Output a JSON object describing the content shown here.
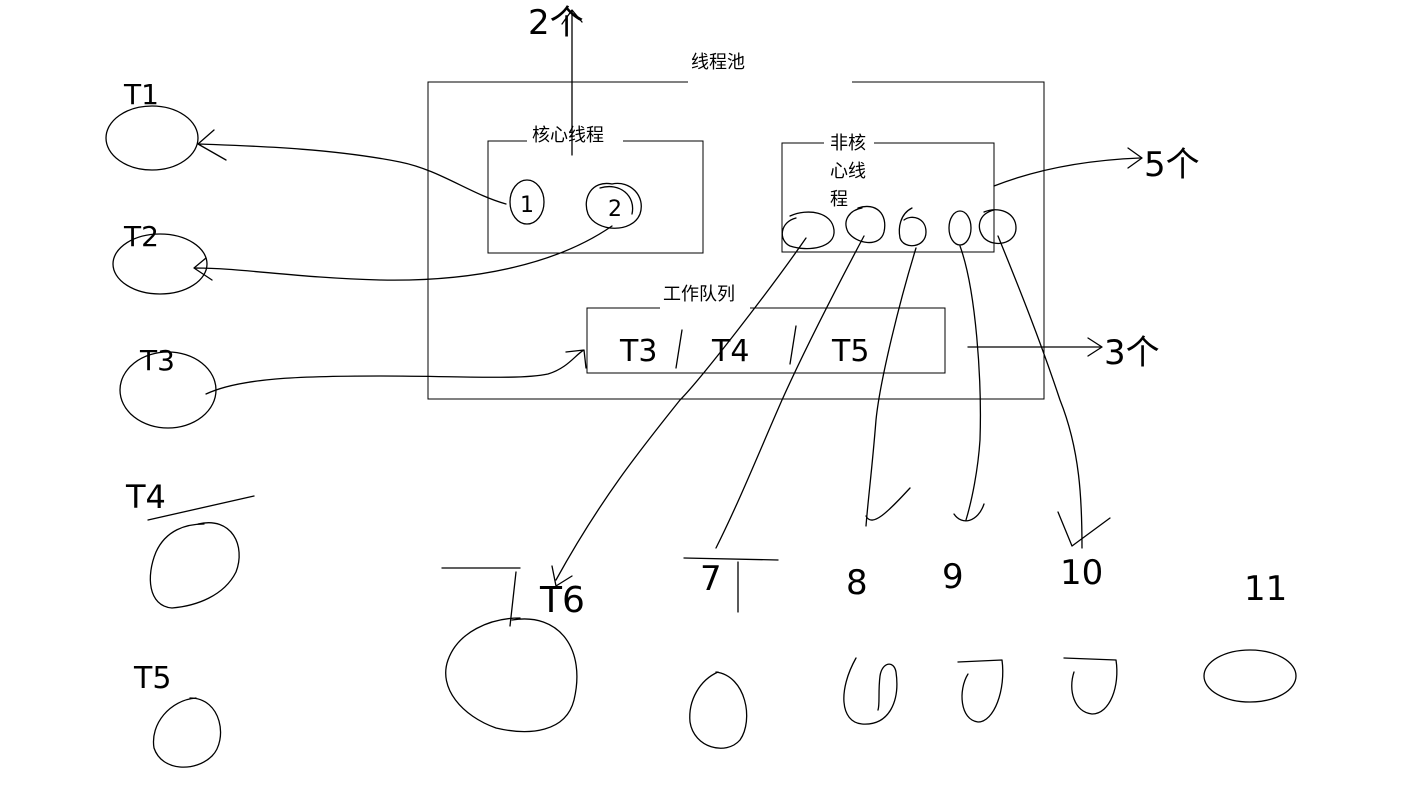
{
  "pool": {
    "label": "线程池"
  },
  "core": {
    "label": "核心线程",
    "count_note": "2个",
    "threads": [
      "1",
      "2"
    ]
  },
  "noncore": {
    "label_lines": [
      "非核",
      "心线",
      "程"
    ],
    "count_note": "5个"
  },
  "queue": {
    "label": "工作队列",
    "items": [
      "T3",
      "T4",
      "T5"
    ],
    "count_note": "3个"
  },
  "tasks_left": [
    "T1",
    "T2",
    "T3",
    "T4",
    "T5"
  ],
  "tasks_bottom": [
    "T6",
    "7",
    "8",
    "9",
    "10",
    "11"
  ]
}
